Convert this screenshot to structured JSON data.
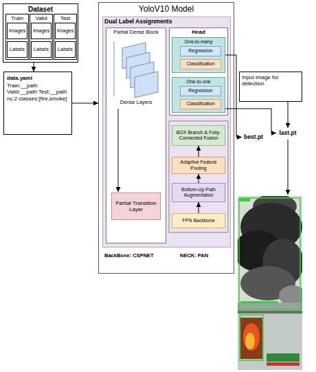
{
  "diagram": {
    "nodes": [
      {
        "text": [
          "Dataset"
        ]
      },
      {
        "text": [
          "Train"
        ],
        "in": 0
      },
      {
        "text": [
          "Images"
        ],
        "in": 1
      },
      {
        "text": [
          "Labels"
        ],
        "in": 1
      },
      {
        "text": [
          "Valid"
        ],
        "in": 0
      },
      {
        "text": [
          "Images"
        ],
        "in": 4
      },
      {
        "text": [
          "Labels"
        ],
        "in": 4
      },
      {
        "text": [
          "Test"
        ],
        "in": 0
      },
      {
        "text": [
          "Images"
        ],
        "in": 7
      },
      {
        "text": [
          "Labels"
        ],
        "in": 7
      },
      {
        "text": [
          "data.yaml",
          "Train:__path Valid:__path Test:__path nc:2 classes:[fire,smoke]"
        ]
      },
      {
        "text": [
          "YoloV10 Model"
        ]
      },
      {
        "text": [
          "Dual Label Assignments"
        ],
        "in": 11
      },
      {
        "text": [
          "Partial Dense Block",
          "Dense Layers"
        ],
        "in": 12
      },
      {
        "text": [
          "Partial Transition Layer"
        ],
        "in": 13
      },
      {
        "text": [
          "Head"
        ],
        "in": 12
      },
      {
        "text": [
          "One-to-many"
        ],
        "in": 15
      },
      {
        "text": [
          "Regression"
        ],
        "in": 16
      },
      {
        "text": [
          "Classification"
        ],
        "in": 16
      },
      {
        "text": [
          "One-to-one"
        ],
        "in": 15
      },
      {
        "text": [
          "Regression"
        ],
        "in": 19
      },
      {
        "text": [
          "Classification"
        ],
        "in": 19
      },
      {
        "text": [
          "BOX Branch & Fully-Connected Fusion"
        ],
        "in": 12
      },
      {
        "text": [
          "Adaptive Feature Pooling"
        ],
        "in": 12
      },
      {
        "text": [
          "Bottom-Up Path Augmentation"
        ],
        "in": 12
      },
      {
        "text": [
          "FPN Backbone"
        ],
        "in": 12
      },
      {
        "text": [
          "Input image for detection"
        ]
      },
      {
        "text": [
          "best.pt"
        ]
      },
      {
        "text": [
          "last.pt"
        ]
      }
    ],
    "edges": [
      {
        "from": 0,
        "to": 10,
        "arrow": "to"
      },
      {
        "from": 10,
        "to": 11,
        "arrow": "to"
      },
      {
        "from": 25,
        "to": 24,
        "arrow": "to"
      },
      {
        "from": 24,
        "to": 23,
        "arrow": "to"
      },
      {
        "from": 23,
        "to": 22,
        "arrow": "to"
      },
      {
        "from": 16,
        "to": 27,
        "arrow": "to"
      },
      {
        "from": 19,
        "to": 28,
        "arrow": "to"
      },
      {
        "from": 26,
        "to": 28,
        "arrow": "to"
      }
    ],
    "labels": [
      "BackBone: CSPNET",
      "NECK: PAN"
    ]
  }
}
